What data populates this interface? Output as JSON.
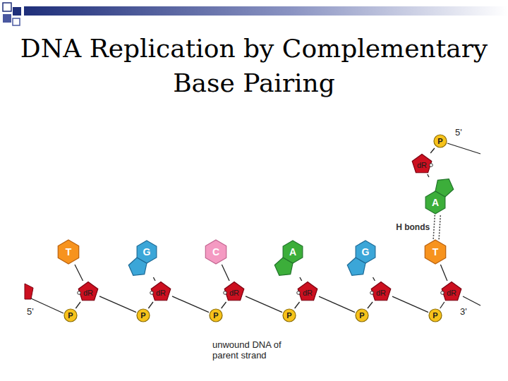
{
  "diagram": {
    "title": "DNA Replication by Complementary Base Pairing",
    "nodes": [
      {
        "text": [
          "P"
        ]
      },
      {
        "text": [
          "dR"
        ]
      },
      {
        "text": [
          "A"
        ]
      },
      {
        "text": [
          "T"
        ]
      },
      {
        "text": [
          "G"
        ]
      },
      {
        "text": [
          "C"
        ]
      },
      {
        "text": [
          "A"
        ]
      },
      {
        "text": [
          "G"
        ]
      },
      {
        "text": [
          "T"
        ]
      },
      {
        "text": [
          "dR"
        ]
      },
      {
        "text": [
          "dR"
        ]
      },
      {
        "text": [
          "dR"
        ]
      },
      {
        "text": [
          "dR"
        ]
      },
      {
        "text": [
          "dR"
        ]
      },
      {
        "text": [
          "dR"
        ]
      },
      {
        "text": [
          "P"
        ]
      },
      {
        "text": [
          "P"
        ]
      },
      {
        "text": [
          "P"
        ]
      },
      {
        "text": [
          "P"
        ]
      },
      {
        "text": [
          "P"
        ]
      },
      {
        "text": [
          "P"
        ]
      }
    ],
    "edges": [
      {
        "from": 0,
        "to": 1,
        "arrow": "none"
      },
      {
        "from": 1,
        "to": 2,
        "arrow": "none"
      },
      {
        "from": 2,
        "to": 8,
        "label": "H bonds",
        "arrow": "none"
      },
      {
        "from": 3,
        "to": 9,
        "arrow": "none"
      },
      {
        "from": 4,
        "to": 10,
        "arrow": "none"
      },
      {
        "from": 5,
        "to": 11,
        "arrow": "none"
      },
      {
        "from": 6,
        "to": 12,
        "arrow": "none"
      },
      {
        "from": 7,
        "to": 13,
        "arrow": "none"
      },
      {
        "from": 8,
        "to": 14,
        "arrow": "none"
      },
      {
        "from": 15,
        "to": 9,
        "arrow": "none"
      },
      {
        "from": 9,
        "to": 16,
        "arrow": "none"
      },
      {
        "from": 16,
        "to": 10,
        "arrow": "none"
      },
      {
        "from": 10,
        "to": 17,
        "arrow": "none"
      },
      {
        "from": 17,
        "to": 11,
        "arrow": "none"
      },
      {
        "from": 11,
        "to": 18,
        "arrow": "none"
      },
      {
        "from": 18,
        "to": 12,
        "arrow": "none"
      },
      {
        "from": 12,
        "to": 19,
        "arrow": "none"
      },
      {
        "from": 19,
        "to": 13,
        "arrow": "none"
      },
      {
        "from": 13,
        "to": 20,
        "arrow": "none"
      },
      {
        "from": 20,
        "to": 14,
        "arrow": "none"
      }
    ],
    "labels": [
      "5'",
      "5'",
      "3'",
      "unwound DNA of parent strand"
    ]
  }
}
